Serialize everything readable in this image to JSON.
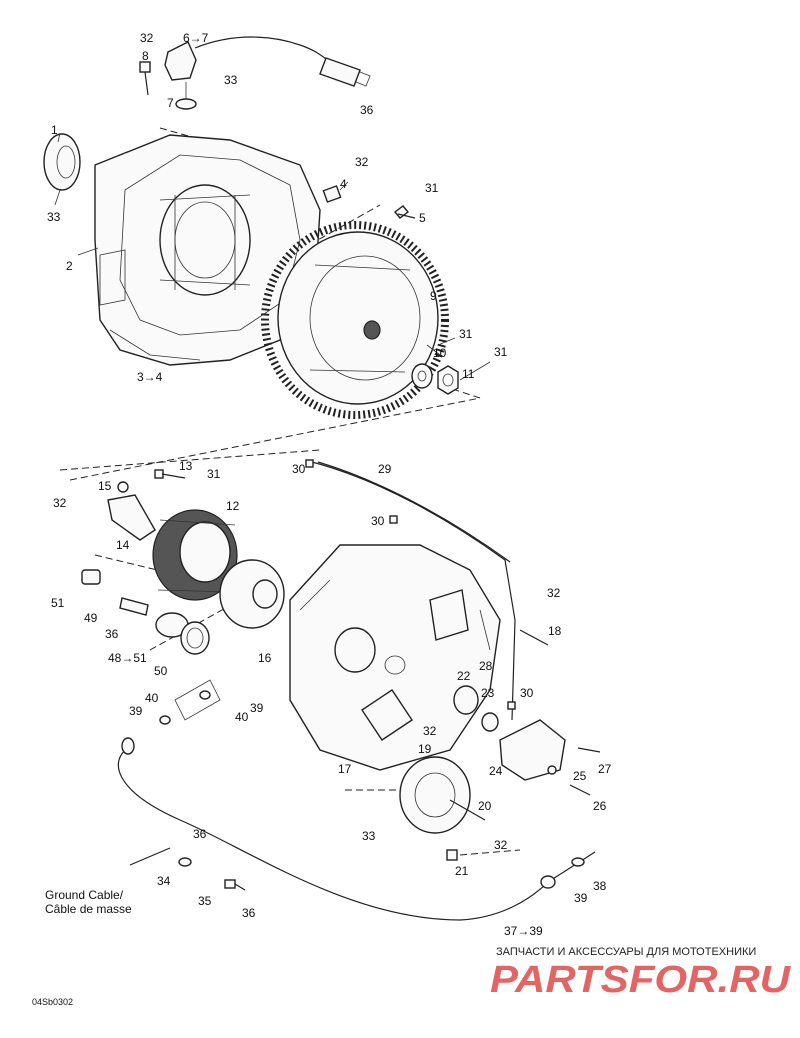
{
  "callouts": {
    "c1": "1",
    "c2": "2",
    "c3to4": "3→4",
    "c4": "4",
    "c5": "5",
    "c6to7": "6→7",
    "c7": "7",
    "c8": "8",
    "c9": "9",
    "c10": "10",
    "c11": "11",
    "c12": "12",
    "c13": "13",
    "c14": "14",
    "c15": "15",
    "c16": "16",
    "c17": "17",
    "c18": "18",
    "c19": "19",
    "c20": "20",
    "c21": "21",
    "c22": "22",
    "c23": "23",
    "c24": "24",
    "c25": "25",
    "c26": "26",
    "c27": "27",
    "c28": "28",
    "c29": "29",
    "c30a": "30",
    "c30b": "30",
    "c30c": "30",
    "c32a": "32",
    "c32b": "32",
    "c32c": "32",
    "c32d": "32",
    "c32e": "32",
    "c32f": "32",
    "c33a": "33",
    "c33b": "33",
    "c33c": "33",
    "c31a": "31",
    "c31b": "31",
    "c31c": "31",
    "c31d": "31",
    "c34": "34",
    "c35": "35",
    "c36a": "36",
    "c36b": "36",
    "c36c": "36",
    "c36d": "36",
    "c37to39": "37→39",
    "c38": "38",
    "c39a": "39",
    "c39b": "39",
    "c39c": "39",
    "c40a": "40",
    "c40b": "40",
    "c48to51": "48→51",
    "c49": "49",
    "c50": "50",
    "c51": "51"
  },
  "ground_cable": {
    "line1": "Ground Cable/",
    "line2": "Câble de masse"
  },
  "diagram_code": "04Sb0302",
  "watermark": {
    "caption": "ЗАПЧАСТИ И АКСЕССУАРЫ ДЛЯ МОТОТЕХНИКИ",
    "logo": "PARTSFOR.RU"
  },
  "colors": {
    "line": "#222222",
    "watermark": "#e04a4a"
  }
}
